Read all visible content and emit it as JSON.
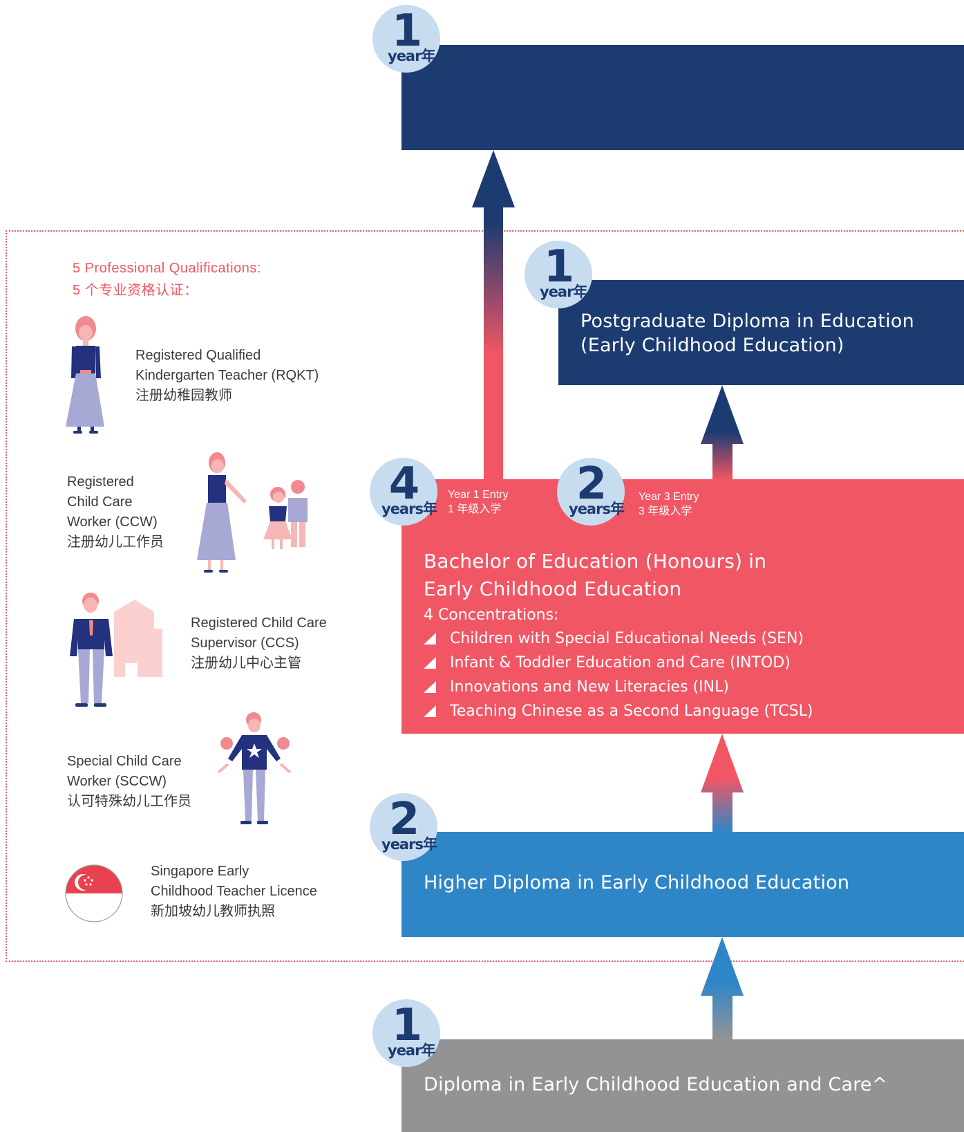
{
  "programs": {
    "top": {
      "title": ""
    },
    "pgde": {
      "title_line1": "Postgraduate Diploma in Education",
      "title_line2": "(Early Childhood Education)"
    },
    "bed": {
      "title_line1": "Bachelor of Education (Honours) in",
      "title_line2": "Early Childhood Education",
      "concentrations_label": "4 Concentrations:",
      "concentrations": [
        "Children with Special Educational Needs (SEN)",
        "Infant & Toddler Education and Care (INTOD)",
        "Innovations and New Literacies (INL)",
        "Teaching Chinese as a Second Language (TCSL)"
      ],
      "entry1": {
        "line1": "Year 1 Entry",
        "line2": "1 年级入学"
      },
      "entry3": {
        "line1": "Year 3 Entry",
        "line2": "3 年级入学"
      }
    },
    "hd": {
      "title": "Higher Diploma in Early Childhood Education"
    },
    "dip": {
      "title": "Diploma in Early Childhood Education and Care^"
    }
  },
  "badges": {
    "top": {
      "num": "1",
      "unit": "year年"
    },
    "pgde": {
      "num": "1",
      "unit": "year年"
    },
    "bed4": {
      "num": "4",
      "unit": "years年"
    },
    "bed2": {
      "num": "2",
      "unit": "years年"
    },
    "hd": {
      "num": "2",
      "unit": "years年"
    },
    "dip": {
      "num": "1",
      "unit": "year年"
    }
  },
  "qualifications": {
    "heading_en": "5 Professional Qualifications:",
    "heading_zh": "5 个专业资格认证：",
    "items": [
      {
        "lines": [
          "Registered Qualified",
          "Kindergarten Teacher (RQKT)",
          "注册幼稚园教师"
        ]
      },
      {
        "lines": [
          "Registered",
          "Child Care",
          "Worker (CCW)",
          "注册幼儿工作员"
        ]
      },
      {
        "lines": [
          "Registered Child Care",
          "Supervisor (CCS)",
          "注册幼儿中心主管"
        ]
      },
      {
        "lines": [
          "Special Child Care",
          "Worker (SCCW)",
          "认可特殊幼儿工作员"
        ]
      },
      {
        "lines": [
          "Singapore Early",
          "Childhood Teacher Licence",
          "新加坡幼儿教师执照"
        ]
      }
    ]
  },
  "colors": {
    "navy": "#1c3b71",
    "coral": "#f15665",
    "blue": "#2f86c7",
    "grey": "#939396",
    "badge": "#c8dcef"
  }
}
